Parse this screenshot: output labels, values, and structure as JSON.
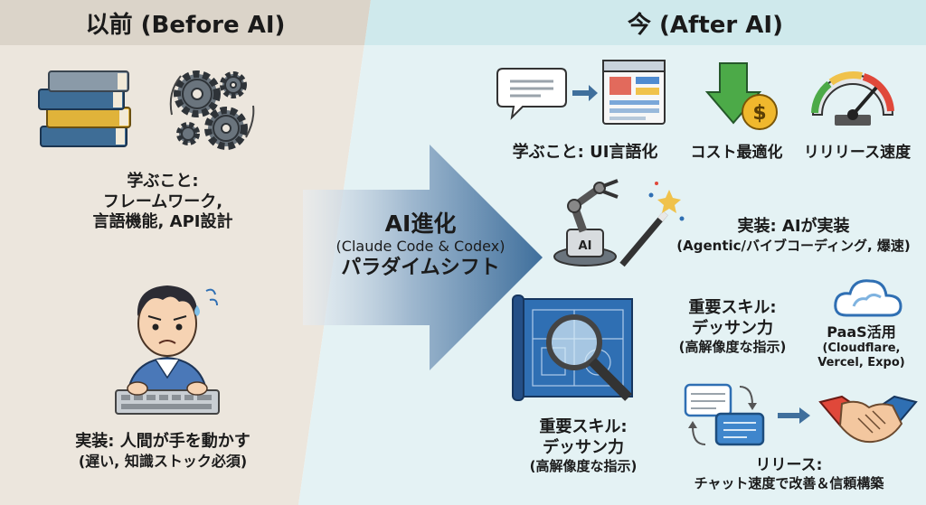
{
  "colors": {
    "left_bg": "#ece6dd",
    "left_header_bg": "#dbd4c9",
    "right_bg": "#e4f2f4",
    "right_header_bg": "#cfe9ec",
    "arrow": "#3f6f9c",
    "accent_blue": "#2f6fb3"
  },
  "before": {
    "header": "以前 (Before AI)",
    "learn_lines": [
      "学ぶこと:",
      "フレームワーク,",
      "言語機能, API設計"
    ],
    "impl_lines": [
      "実装: 人間が手を動かす",
      "(遅い, 知識ストック必須)"
    ]
  },
  "center": {
    "lines": [
      "AI進化",
      "(Claude Code & Codex)",
      "パラダイムシフト"
    ]
  },
  "after": {
    "header": "今 (After AI)",
    "learn_label": "学ぶこと: UI言語化",
    "cost_label": "コスト最適化",
    "release_speed_label": "リリリース速度",
    "impl_lines": [
      "実装: AIが実装",
      "(Agentic/バイブコーディング, 爆速)"
    ],
    "robot_text": "AI",
    "skill_lines": [
      "重要スキル:",
      "デッサン力",
      "(高解像度な指示)"
    ],
    "paas_lines": [
      "PaaS活用",
      "(Cloudflare,",
      "Vercel, Expo)"
    ],
    "skill2_lines": [
      "重要スキル:",
      "デッサン力",
      "(高解像度な指示)"
    ],
    "release_lines": [
      "リリース:",
      "チャット速度で改善＆信頼構築"
    ]
  },
  "icons": [
    "books-icon",
    "gears-icon",
    "worried-developer-icon",
    "paradigm-arrow-icon",
    "chat-bubble-icon",
    "ui-window-icon",
    "cost-down-icon",
    "speedometer-icon",
    "robot-arm-icon",
    "magic-wand-icon",
    "cloud-icon",
    "blueprint-magnifier-icon",
    "chat-exchange-icon",
    "handshake-icon"
  ]
}
